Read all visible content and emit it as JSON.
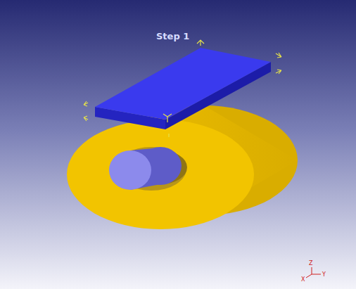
{
  "diagram": {
    "title": "Step 1",
    "labels": [
      "Z",
      "X",
      "Y"
    ]
  }
}
